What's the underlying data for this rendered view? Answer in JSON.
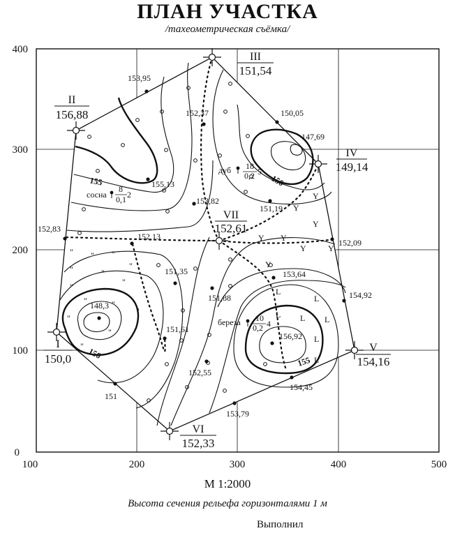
{
  "title": "ПЛАН УЧАСТКА",
  "subtitle": "/тахеометрическая съёмка/",
  "scale_text": "М 1:2000",
  "note": "Высота сечения рельефа горизонталями 1 м",
  "signature_label": "Выполнил",
  "axes": {
    "x_ticks": [
      "100",
      "200",
      "300",
      "400",
      "500"
    ],
    "y_ticks": [
      "0",
      "100",
      "200",
      "300",
      "400"
    ]
  },
  "stations": [
    {
      "id": "I",
      "elev": "150,0"
    },
    {
      "id": "II",
      "elev": "156,88"
    },
    {
      "id": "III",
      "elev": "151,54"
    },
    {
      "id": "IV",
      "elev": "149,14"
    },
    {
      "id": "V",
      "elev": "154,16"
    },
    {
      "id": "VI",
      "elev": "152,33"
    },
    {
      "id": "VII",
      "elev": "152,61"
    }
  ],
  "spot_heights": [
    "153,95",
    "152,37",
    "150,05",
    "147,69",
    "155,13",
    "153,82",
    "151,19",
    "152,83",
    "152,13",
    "152,09",
    "151,35",
    "153,64",
    "154,92",
    "151,88",
    "148,3",
    "151,61",
    "156,92",
    "152,55",
    "151",
    "154,45",
    "153,79"
  ],
  "contour_labels": [
    "155",
    "150",
    "150",
    "155"
  ],
  "trees": [
    {
      "species": "сосна",
      "height": "8",
      "diameter": "0,1",
      "spacing": "2"
    },
    {
      "species": "дуб",
      "height": "18",
      "diameter": "0,2",
      "spacing": "5"
    },
    {
      "species": "береза",
      "height": "10",
      "diameter": "0,2",
      "spacing": "4"
    }
  ]
}
